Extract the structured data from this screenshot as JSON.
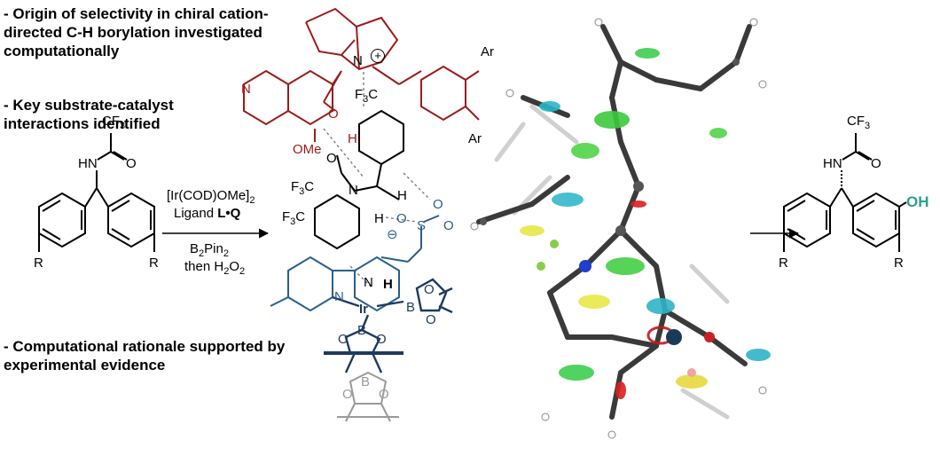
{
  "bullets": {
    "b1": "- Origin of selectivity in chiral cation-directed C-H borylation investigated computationally",
    "b2": "- Key substrate-catalyst interactions identified",
    "b3": "- Computational rationale supported by experimental evidence"
  },
  "conditions": {
    "catalyst": "[Ir(COD)OMe]",
    "catalyst_sub": "2",
    "ligand_prefix": "Ligand ",
    "ligand_bold": "L•Q",
    "reagent": "B",
    "reagent_sub": "2",
    "reagent_rest": "Pin",
    "reagent_sub2": "2",
    "then": "then H",
    "then_sub": "2",
    "then_rest": "O",
    "then_sub2": "2"
  },
  "substrate": {
    "cf3": "CF",
    "cf3_sub": "3",
    "hn": "HN",
    "o": "O",
    "r1": "R",
    "r2": "R"
  },
  "product": {
    "cf3": "CF",
    "cf3_sub": "3",
    "hn": "HN",
    "o": "O",
    "oh": "OH",
    "r1": "R",
    "r2": "R"
  },
  "ts_labels": {
    "n_plus": "N",
    "plus": "+",
    "f3c_top": "F",
    "f3c_top_sub": "3",
    "f3c_top_c": "C",
    "ar_top": "Ar",
    "ar_bottom": "Ar",
    "o": "O",
    "h": "H",
    "n_quin": "N",
    "ome": "OMe",
    "f3c_mid": "F",
    "f3c_mid_sub": "3",
    "f3c_mid_c": "C",
    "o_amide": "O",
    "n_amide": "N",
    "h_amide": "H",
    "f3c_left": "F",
    "f3c_left_sub": "3",
    "f3c_left_c": "C",
    "h_left": "H",
    "o_left": "O",
    "s": "S",
    "o_top": "O",
    "o_right": "O",
    "minus": "⊖",
    "n_pyr": "N",
    "h_bold": "H",
    "n_bipy": "N",
    "ir": "Ir",
    "b_right": "B",
    "o_b1": "O",
    "o_b2": "O",
    "b_bottom": "B",
    "o_b3": "O",
    "o_b4": "O",
    "b_gray": "B",
    "o_g1": "O",
    "o_g2": "O"
  },
  "colors": {
    "black": "#000000",
    "catalyst_red": "#9b1b1b",
    "ligand_blue": "#2a5f8a",
    "boron_dark": "#1f3a5f",
    "gray": "#9a9a9a",
    "oh_teal": "#2aa18c"
  }
}
